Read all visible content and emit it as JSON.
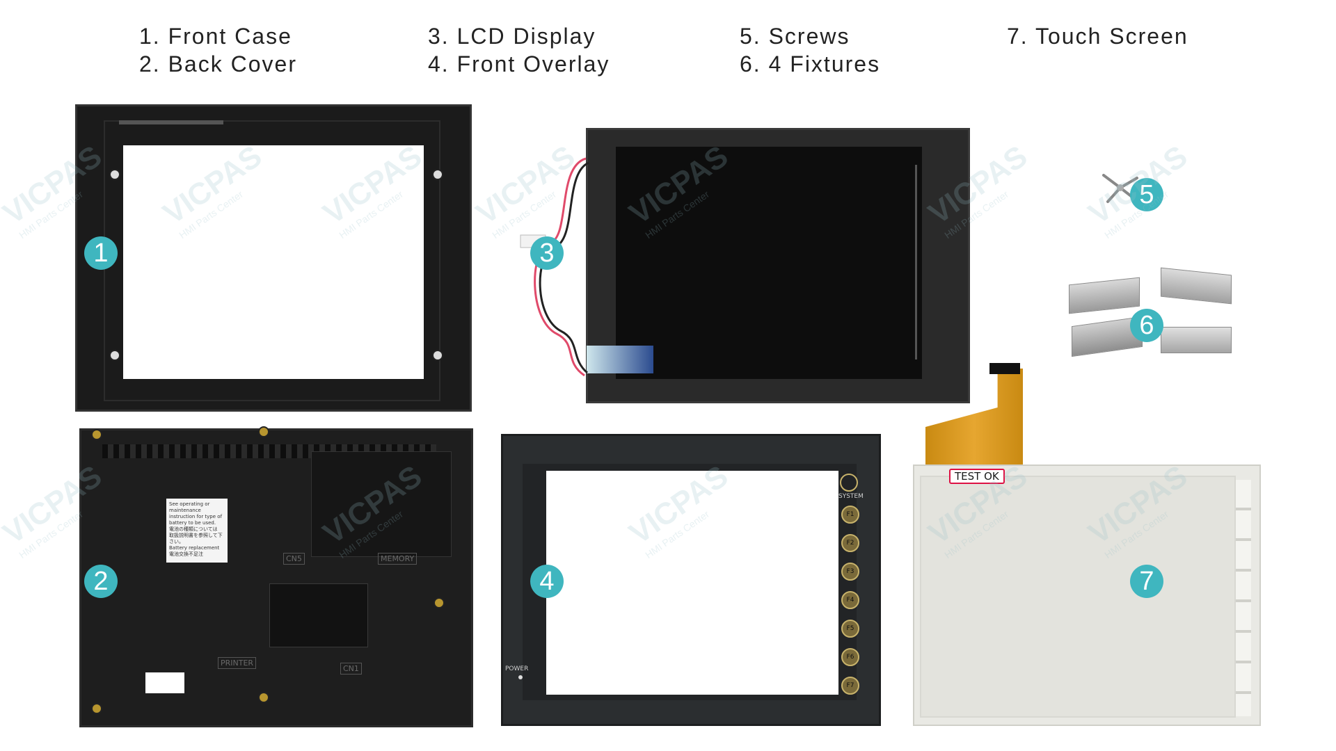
{
  "legend": {
    "item1": "1. Front Case",
    "item2": "2. Back Cover",
    "item3": "3. LCD Display",
    "item4": "4. Front Overlay",
    "item5": "5. Screws",
    "item6": "6. 4 Fixtures",
    "item7": "7. Touch Screen"
  },
  "badges": [
    "1",
    "2",
    "3",
    "4",
    "5",
    "6",
    "7"
  ],
  "badge_color": "#3fb6bf",
  "watermark": {
    "brand": "VICPAS",
    "sub": "HMI Parts Center"
  },
  "back_cover": {
    "sticker_lines": [
      "See operating or maintenance",
      "instruction for type of",
      "battery to be used.",
      "電池の種類については",
      "取扱説明書を参照して下さい。",
      "Battery replacement",
      "電池交換不足注"
    ],
    "labels": [
      "CN5",
      "MEMORY",
      "PRINTER",
      "CN1"
    ]
  },
  "front_overlay": {
    "system_label": "SYSTEM",
    "keys": [
      "F1",
      "F2",
      "F3",
      "F4",
      "F5",
      "F6",
      "F7"
    ],
    "power_label": "POWER"
  },
  "touch_screen": {
    "tag": "TEST OK"
  }
}
